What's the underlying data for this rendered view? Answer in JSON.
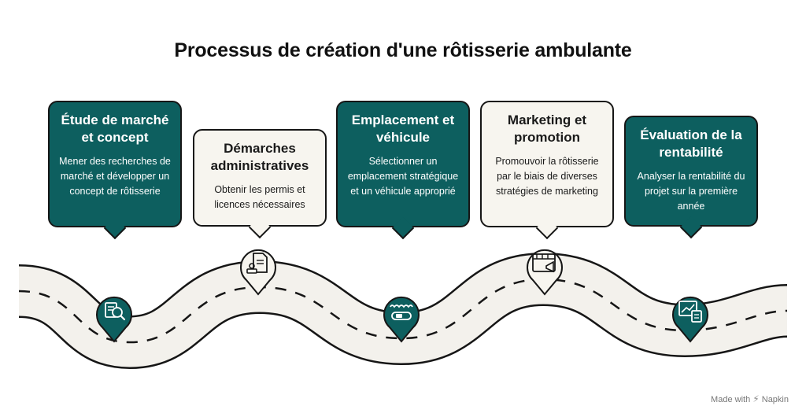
{
  "title": "Processus de création d'une rôtisserie ambulante",
  "steps": [
    {
      "title": "Étude de marché et concept",
      "description": "Mener des recherches de marché et développer un concept de rôtisserie",
      "icon": "market-research-icon",
      "style": "dark"
    },
    {
      "title": "Démarches administratives",
      "description": "Obtenir les permis et licences nécessaires",
      "icon": "document-stamp-icon",
      "style": "light"
    },
    {
      "title": "Emplacement et véhicule",
      "description": "Sélectionner un emplacement stratégique et un véhicule approprié",
      "icon": "food-truck-icon",
      "style": "dark"
    },
    {
      "title": "Marketing et promotion",
      "description": "Promouvoir la rôtisserie par le biais de diverses stratégies de marketing",
      "icon": "marketing-calendar-icon",
      "style": "light"
    },
    {
      "title": "Évaluation de la rentabilité",
      "description": "Analyser la rentabilité du projet sur la première année",
      "icon": "profit-calculator-icon",
      "style": "dark"
    }
  ],
  "footer": {
    "made_with": "Made with",
    "brand": "Napkin"
  },
  "colors": {
    "teal": "#0d5f5f",
    "cream": "#f7f5ef",
    "road": "#f3f1ec",
    "outline": "#161616"
  }
}
